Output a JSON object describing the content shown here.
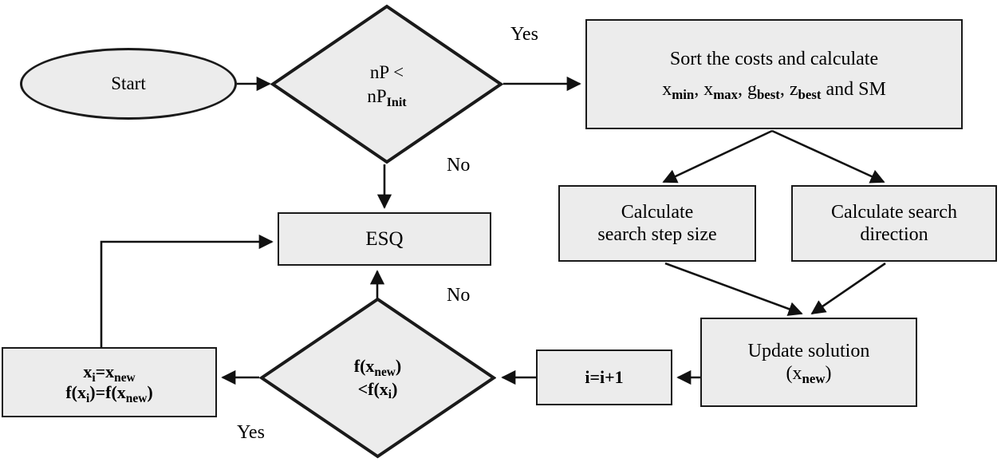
{
  "diagram": {
    "title": "Optimization algorithm flowchart",
    "style": {
      "node_fill": "#ececec",
      "node_stroke": "#1a1a1a",
      "background": "#ffffff",
      "text_color": "#000000"
    }
  },
  "nodes": {
    "start": {
      "label": "Start",
      "shape": "ellipse"
    },
    "decision_np": {
      "line1": "nP <",
      "line2_base": "nP",
      "line2_sub": "Init",
      "shape": "diamond"
    },
    "sort_costs": {
      "line1": "Sort the costs and calculate",
      "line2_parts": [
        {
          "base": "x",
          "sub": "min"
        },
        {
          "base": ", x",
          "sub": "max"
        },
        {
          "base": ", g",
          "sub": "best"
        },
        {
          "base": ", z",
          "sub": "best"
        },
        {
          "base": " and SM",
          "sub": ""
        }
      ],
      "shape": "rect"
    },
    "calc_step_size": {
      "line1": "Calculate",
      "line2": "search step size",
      "shape": "rect"
    },
    "calc_direction": {
      "line1": "Calculate search",
      "line2": "direction",
      "shape": "rect"
    },
    "esq": {
      "label": "ESQ",
      "shape": "rect"
    },
    "update_solution": {
      "line1": "Update solution",
      "line2_base_open": "(x",
      "line2_sub": "new",
      "line2_close": ")",
      "shape": "rect"
    },
    "increment": {
      "label": "i=i+1",
      "shape": "rect"
    },
    "decision_fx": {
      "line1_a": "f(x",
      "line1_sub": "new",
      "line1_b": ")",
      "line2_a": "<f(x",
      "line2_sub": "i",
      "line2_b": ")",
      "shape": "diamond"
    },
    "assign": {
      "line1_a": "x",
      "line1_sub1": "i",
      "line1_b": "=x",
      "line1_sub2": "new",
      "line2_a": "f(x",
      "line2_sub1": "i",
      "line2_b": ")=f(x",
      "line2_sub2": "new",
      "line2_c": ")",
      "shape": "rect"
    }
  },
  "edge_labels": {
    "yes_top": "Yes",
    "no_np": "No",
    "no_fx": "No",
    "yes_fx": "Yes"
  }
}
